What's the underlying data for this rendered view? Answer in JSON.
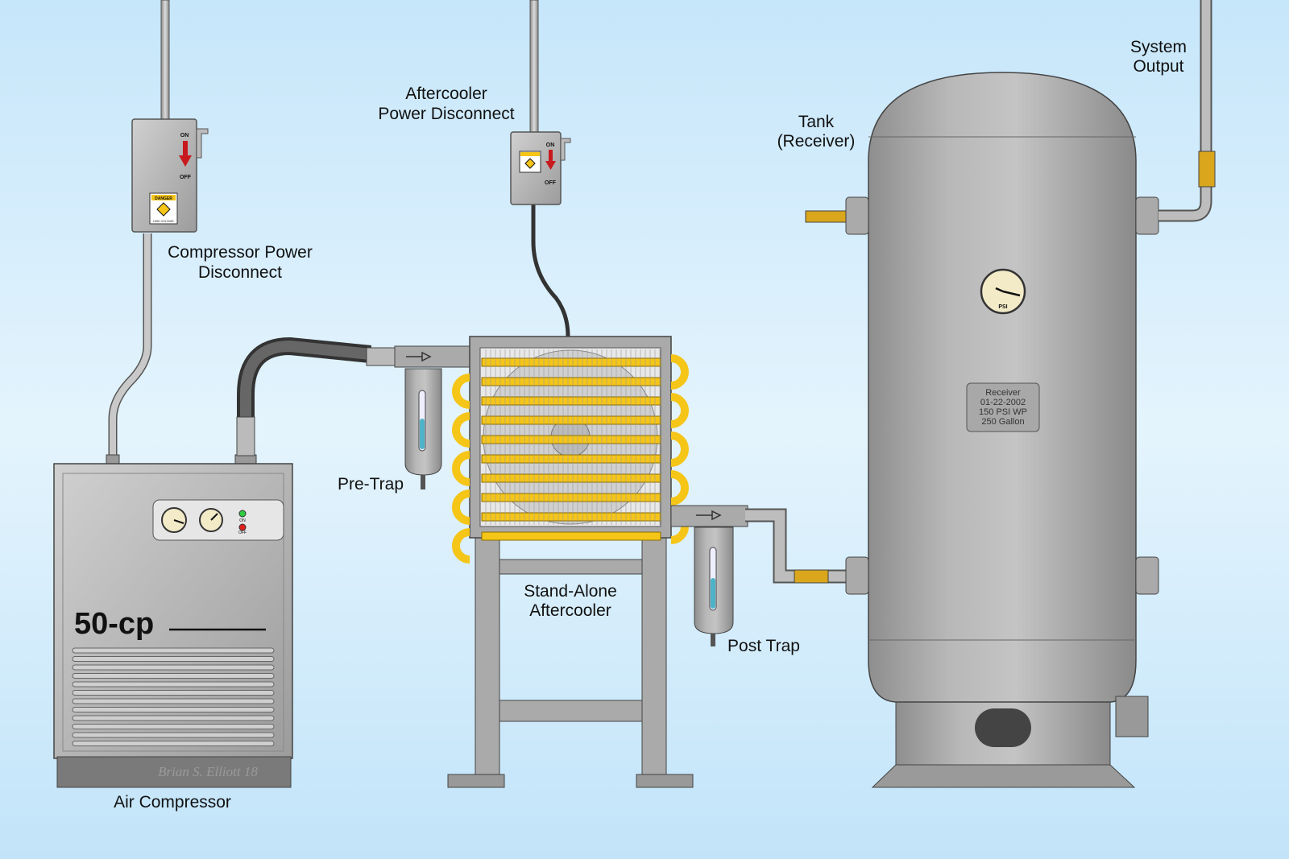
{
  "labels": {
    "compressor_disconnect": [
      "Compressor Power",
      "Disconnect"
    ],
    "aftercooler_disconnect": [
      "Aftercooler",
      "Power Disconnect"
    ],
    "tank": [
      "Tank",
      "(Receiver)"
    ],
    "system_output": [
      "System",
      "Output"
    ],
    "pre_trap": "Pre-Trap",
    "post_trap": "Post Trap",
    "aftercooler": [
      "Stand-Alone",
      "Aftercooler"
    ],
    "air_compressor": "Air Compressor"
  },
  "disconnect": {
    "on": "ON",
    "off": "OFF",
    "danger": "DANGER",
    "high_voltage": "HIGH VOLTAGE"
  },
  "compressor": {
    "model": "50-cp",
    "on": "ON",
    "off": "OFF"
  },
  "tank_gauge": {
    "unit": "PSI"
  },
  "receiver_plate": [
    "Receiver",
    "01-22-2002",
    "150 PSI WP",
    "250 Gallon"
  ],
  "signature": "Brian S. Elliott 18",
  "colors": {
    "background": "#cfeafb",
    "metal": "#a9a9a9",
    "coil": "#f5c518",
    "arrow": "#c8191e"
  }
}
